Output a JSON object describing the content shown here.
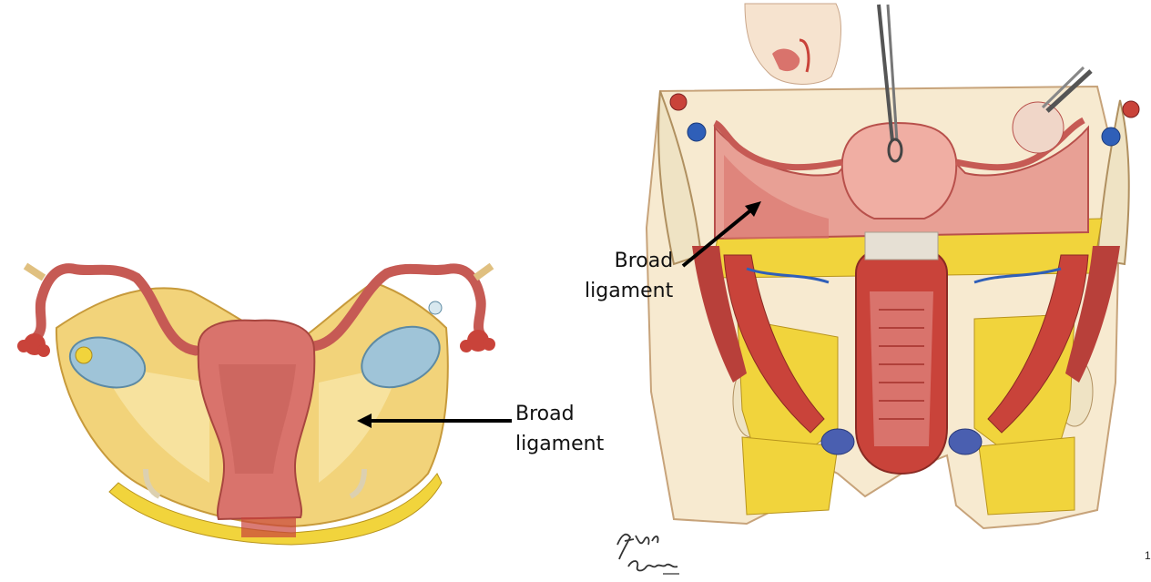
{
  "left_panel": {
    "label_line1": "Broad",
    "label_line2": "ligament"
  },
  "right_panel": {
    "label_line1": "Broad",
    "label_line2": "ligament"
  },
  "signature": {
    "line1": "F. Netter",
    "line2": "C. Machado"
  },
  "page_number": "1",
  "colors": {
    "uterus": "#d9736c",
    "uterus_shade": "#b8504b",
    "ligament_yellow": "#f2d37a",
    "ligament_light": "#f8e6a8",
    "ovary_blue": "#9fc4d8",
    "fat_yellow": "#f1d43c",
    "muscle_red": "#c9433a",
    "bone": "#efe3c4",
    "vessel_blue": "#2f5fb8"
  }
}
